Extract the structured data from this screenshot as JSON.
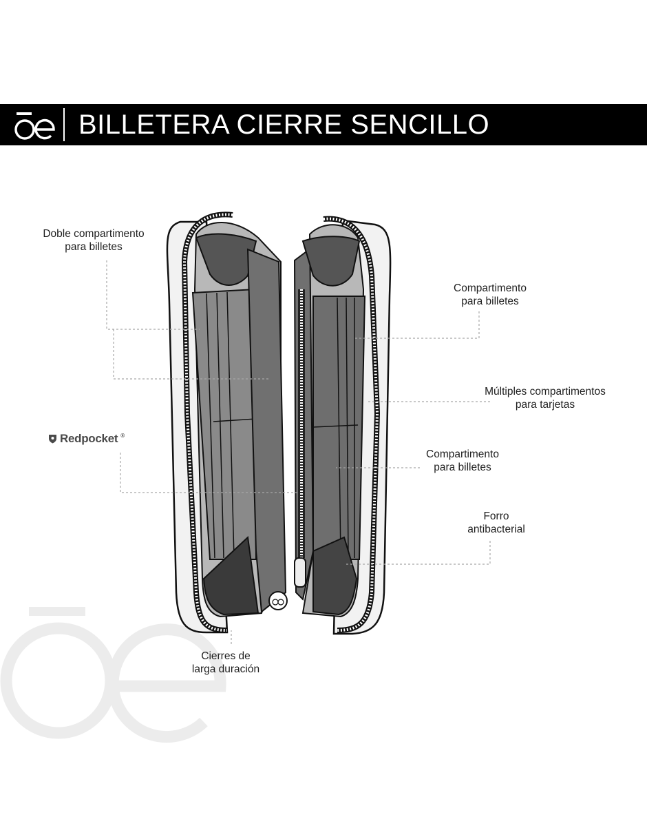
{
  "header": {
    "logo": "oe-logo-icon",
    "title": "BILLETERA CIERRE SENCILLO"
  },
  "brand": {
    "name": "Redpocket",
    "mark": "®",
    "icon": "shield-icon"
  },
  "callouts": {
    "doble": {
      "line1": "Doble compartimento",
      "line2": "para billetes"
    },
    "comp_top": {
      "line1": "Compartimento",
      "line2": "para billetes"
    },
    "multiples": {
      "line1": "Múltiples compartimentos",
      "line2": "para tarjetas"
    },
    "comp_mid": {
      "line1": "Compartimento",
      "line2": "para billetes"
    },
    "forro": {
      "line1": "Forro",
      "line2": "antibacterial"
    },
    "cierres": {
      "line1": "Cierres de",
      "line2": "larga duración"
    }
  },
  "colors": {
    "banner": "#000000",
    "shell": "#f2f2f2",
    "lining_light": "#b8b8b8",
    "lining_mid": "#8a8a8a",
    "lining_dark": "#555555",
    "lining_darker": "#3a3a3a",
    "leader_line": "#a8a8a8",
    "watermark": "#ececec"
  }
}
